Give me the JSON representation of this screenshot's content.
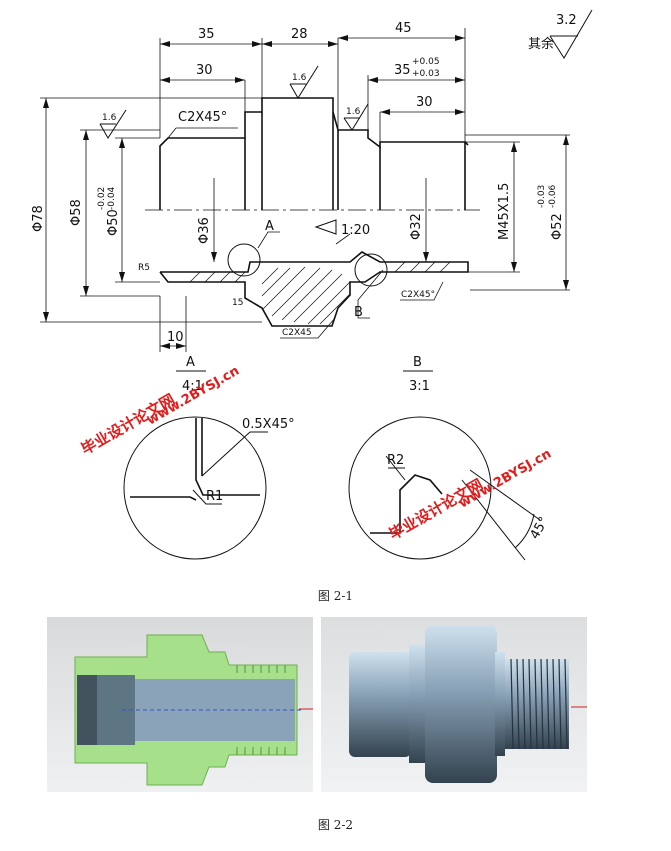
{
  "drawing": {
    "dims": {
      "len35": "35",
      "len28": "28",
      "len45": "45",
      "len30a": "30",
      "len35tol": "35",
      "tol_up": "+0.05",
      "tol_lo": "+0.03",
      "len30b": "30",
      "len10": "10",
      "phi78": "Φ78",
      "phi58": "Φ58",
      "phi50": "Φ50",
      "phi50_tol_up": "-0.02",
      "phi50_tol_lo": "-0.04",
      "phi36": "Φ36",
      "phi32": "Φ32",
      "m45": "M45X1.5",
      "phi52": "Φ52",
      "phi52_tol_up": "-0.03",
      "phi52_tol_lo": "-0.06",
      "chamfer_top": "C2X45°",
      "chamfer_b": "C2X45°",
      "chamfer_bottom": "C2X45",
      "taper": "1:20",
      "label_a": "A",
      "label_b": "B",
      "rough_32": "3.2",
      "rough_other": "其余",
      "rough_16a": "1.6",
      "rough_16b": "1.6",
      "rough_16c": "1.6",
      "r15": "R5",
      "phi15": "15"
    },
    "details": {
      "a_title": "A",
      "a_scale": "4:1",
      "b_title": "B",
      "b_scale": "3:1",
      "a_chamfer": "0.5X45°",
      "a_radius": "R1",
      "b_radius": "R2",
      "b_angle": "45°"
    },
    "watermarks": [
      "毕业设计论文网",
      "www.2BYSJ.cn",
      "毕业设计论文网",
      "www.2BYSJ.cn"
    ]
  },
  "captions": {
    "fig1": "图 2-1",
    "fig2": "图 2-2"
  },
  "colors": {
    "section_green": "#a6e08a",
    "steel": "#8aa3b8",
    "watermark": "#e21b1b"
  }
}
